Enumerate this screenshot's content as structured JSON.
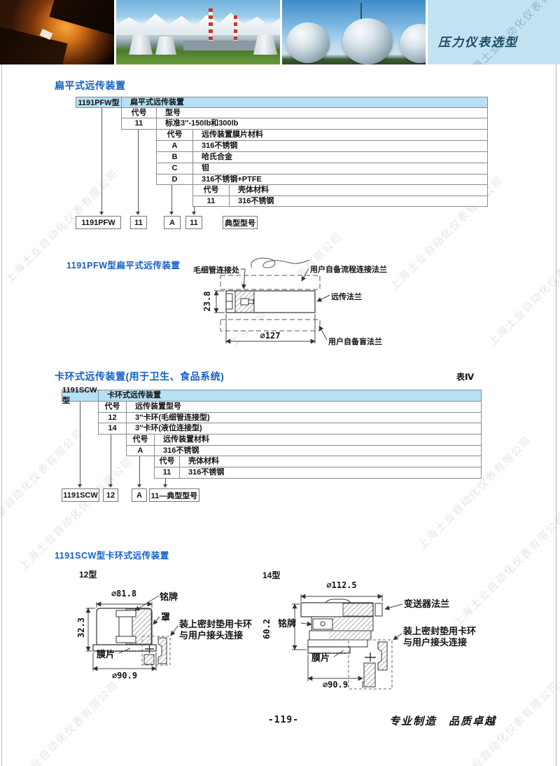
{
  "header": {
    "title": "压力仪表选型"
  },
  "watermark": {
    "text": "上海土业自动化仪表有限公司"
  },
  "s1": {
    "title": "扁平式远传装置",
    "model": "1191PFW型",
    "model_desc": "扁平式远传装置",
    "rows": [
      {
        "code": "代号",
        "label": "型号"
      },
      {
        "code": "11",
        "label": "标准3″-150lb和300lb"
      },
      {
        "code": "代号",
        "label": "远传装置膜片材料"
      },
      {
        "code": "A",
        "label": "316不锈钢"
      },
      {
        "code": "B",
        "label": "哈氏合金"
      },
      {
        "code": "C",
        "label": "钽"
      },
      {
        "code": "D",
        "label": "316不锈钢+PTFE"
      },
      {
        "code": "代号",
        "label": "壳体材料"
      },
      {
        "code": "11",
        "label": "316不锈钢"
      }
    ],
    "boxes": [
      "1191PFW",
      "11",
      "A",
      "11",
      "典型型号"
    ]
  },
  "pfw": {
    "title": "1191PFW型扁平式远传装置",
    "labels": {
      "capillary": "毛细管连接处",
      "process_flange": "用户自备流程连接法兰",
      "remote_flange": "远传法兰",
      "blind_flange": "用户自备盲法兰"
    },
    "dims": {
      "height": "23.8",
      "diameter": "∅127"
    }
  },
  "s2": {
    "title": "卡环式远传装置(用于卫生、食品系统)",
    "table_no": "表Ⅳ",
    "model": "1191SCW型",
    "model_desc": "卡环式远传装置",
    "rows": [
      {
        "code": "代号",
        "label": "远传装置型号"
      },
      {
        "code": "12",
        "label": "3″卡环(毛细管连接型)"
      },
      {
        "code": "14",
        "label": "3″卡环(液位连接型)"
      },
      {
        "code": "代号",
        "label": "远传装置材料"
      },
      {
        "code": "A",
        "label": "316不锈钢"
      },
      {
        "code": "代号",
        "label": "壳体材料"
      },
      {
        "code": "11",
        "label": "316不锈钢"
      }
    ],
    "boxes": [
      "1191SCW",
      "12",
      "A",
      "11—典型型号"
    ]
  },
  "scw": {
    "title": "1191SCW型卡环式远传装置",
    "t12": {
      "name": "12型",
      "dims": {
        "top": "∅81.8",
        "height": "32.3",
        "bottom": "∅90.9"
      },
      "labels": {
        "nameplate": "铭牌",
        "cover": "罩",
        "note1": "装上密封垫用卡环",
        "note2": "与用户接头连接",
        "diaphragm": "膜片"
      }
    },
    "t14": {
      "name": "14型",
      "dims": {
        "top": "∅112.5",
        "height": "60.2",
        "bottom": "∅90.9"
      },
      "labels": {
        "flange": "变送器法兰",
        "nameplate": "铭牌",
        "note1": "装上密封垫用卡环",
        "note2": "与用户接头连接",
        "diaphragm": "膜片"
      }
    }
  },
  "footer": {
    "page": "-119-",
    "slogan": "专业制造　品质卓越"
  }
}
